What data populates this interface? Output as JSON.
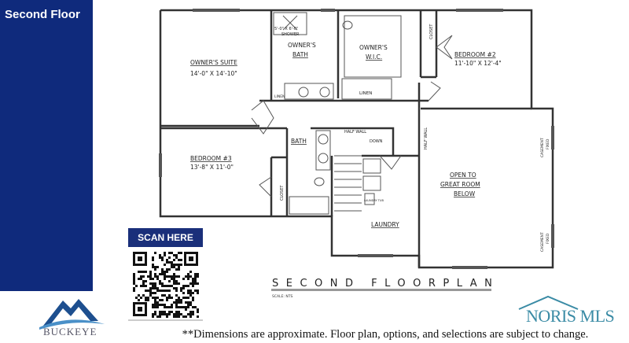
{
  "panel": {
    "title": "Second Floor"
  },
  "plan": {
    "title": "SECOND FLOORPLAN",
    "scale": "SCALE: NTS",
    "rooms": {
      "owners_suite": {
        "name": "OWNER'S SUITE",
        "dims": "14'-0\" X 14'-10\""
      },
      "owners_bath": {
        "name1": "OWNER'S",
        "name2": "BATH"
      },
      "shower": {
        "dims": "5'-0\" X 6'-0\"",
        "name": "SHOWER"
      },
      "owners_wic": {
        "name1": "OWNER'S",
        "name2": "W.I.C."
      },
      "bedroom2": {
        "name": "BEDROOM #2",
        "dims": "11'-10\" X 12'-4\""
      },
      "bedroom3": {
        "name": "BEDROOM #3",
        "dims": "13'-8\" X 11'-0\""
      },
      "bath": {
        "name": "BATH"
      },
      "laundry": {
        "name": "LAUNDRY"
      },
      "great_room": {
        "line1": "OPEN TO",
        "line2": "GREAT ROOM",
        "line3": "BELOW"
      },
      "linen": "LINEN",
      "closet": "CLOSET",
      "half_wall": "HALF WALL",
      "down": "DOWN",
      "casement": "CASEMENT",
      "fixed": "FIXED",
      "laundry_tub": "LAUNDRY TUB"
    }
  },
  "qr": {
    "label": "SCAN HERE"
  },
  "logos": {
    "buckeye": "BUCKEYE",
    "noris": "NORIS MLS"
  },
  "footer": {
    "disclaimer": "**Dimensions are approximate. Floor plan, options, and selections are subject to change."
  }
}
